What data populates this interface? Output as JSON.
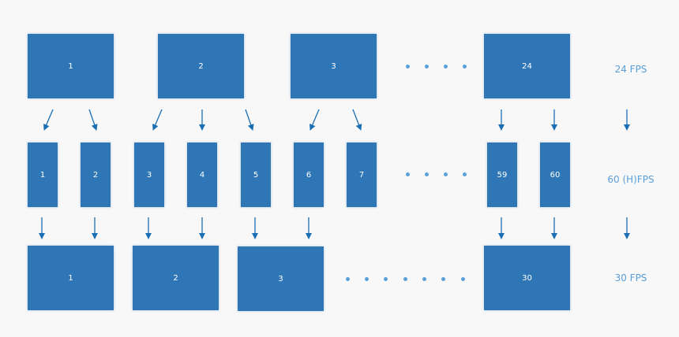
{
  "row1": {
    "frames": [
      "1",
      "2",
      "3",
      "24"
    ],
    "fps_label": "24 FPS"
  },
  "row2": {
    "frames": [
      "1",
      "2",
      "3",
      "4",
      "5",
      "6",
      "7",
      "59",
      "60"
    ],
    "fps_label": "60 (H)FPS"
  },
  "row3": {
    "frames": [
      "1",
      "2",
      "3",
      "30"
    ],
    "fps_label": "30 FPS"
  },
  "colors": {
    "frame": "#2f76b6",
    "arrow": "#1a6fb4",
    "label": "#5a9fd8"
  }
}
